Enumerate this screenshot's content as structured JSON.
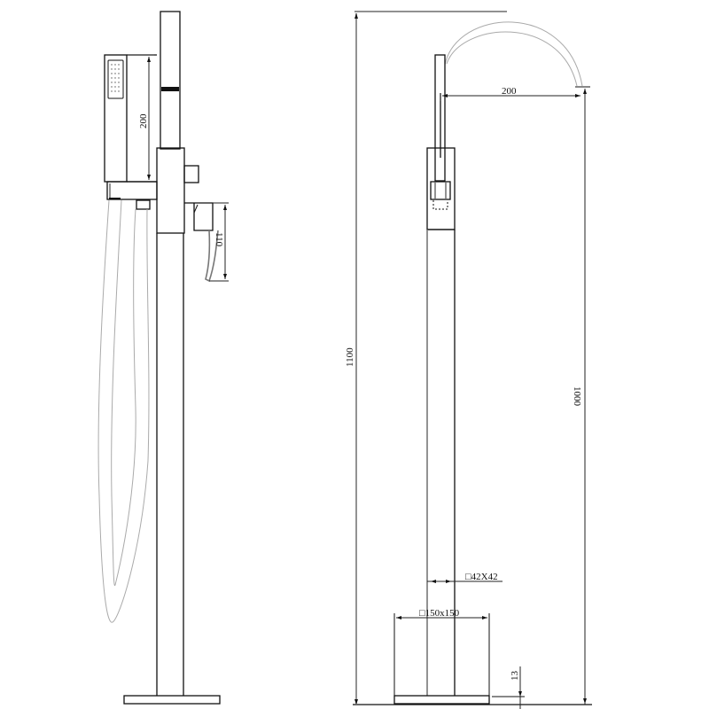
{
  "drawing": {
    "title": "Freestanding bath faucet dimension drawing",
    "views": [
      "side-view-with-handshower",
      "front-view-with-spout"
    ]
  },
  "dimensions": {
    "handshower_length": "200",
    "handle_height": "110",
    "spout_reach": "200",
    "total_height": "1100",
    "spout_outlet_height": "1000",
    "column_section": "□42X42",
    "base_plate": "□150x150",
    "base_thickness": "13"
  },
  "colors": {
    "line": "#111111",
    "hose": "#aaaaaa",
    "background": "#ffffff"
  }
}
